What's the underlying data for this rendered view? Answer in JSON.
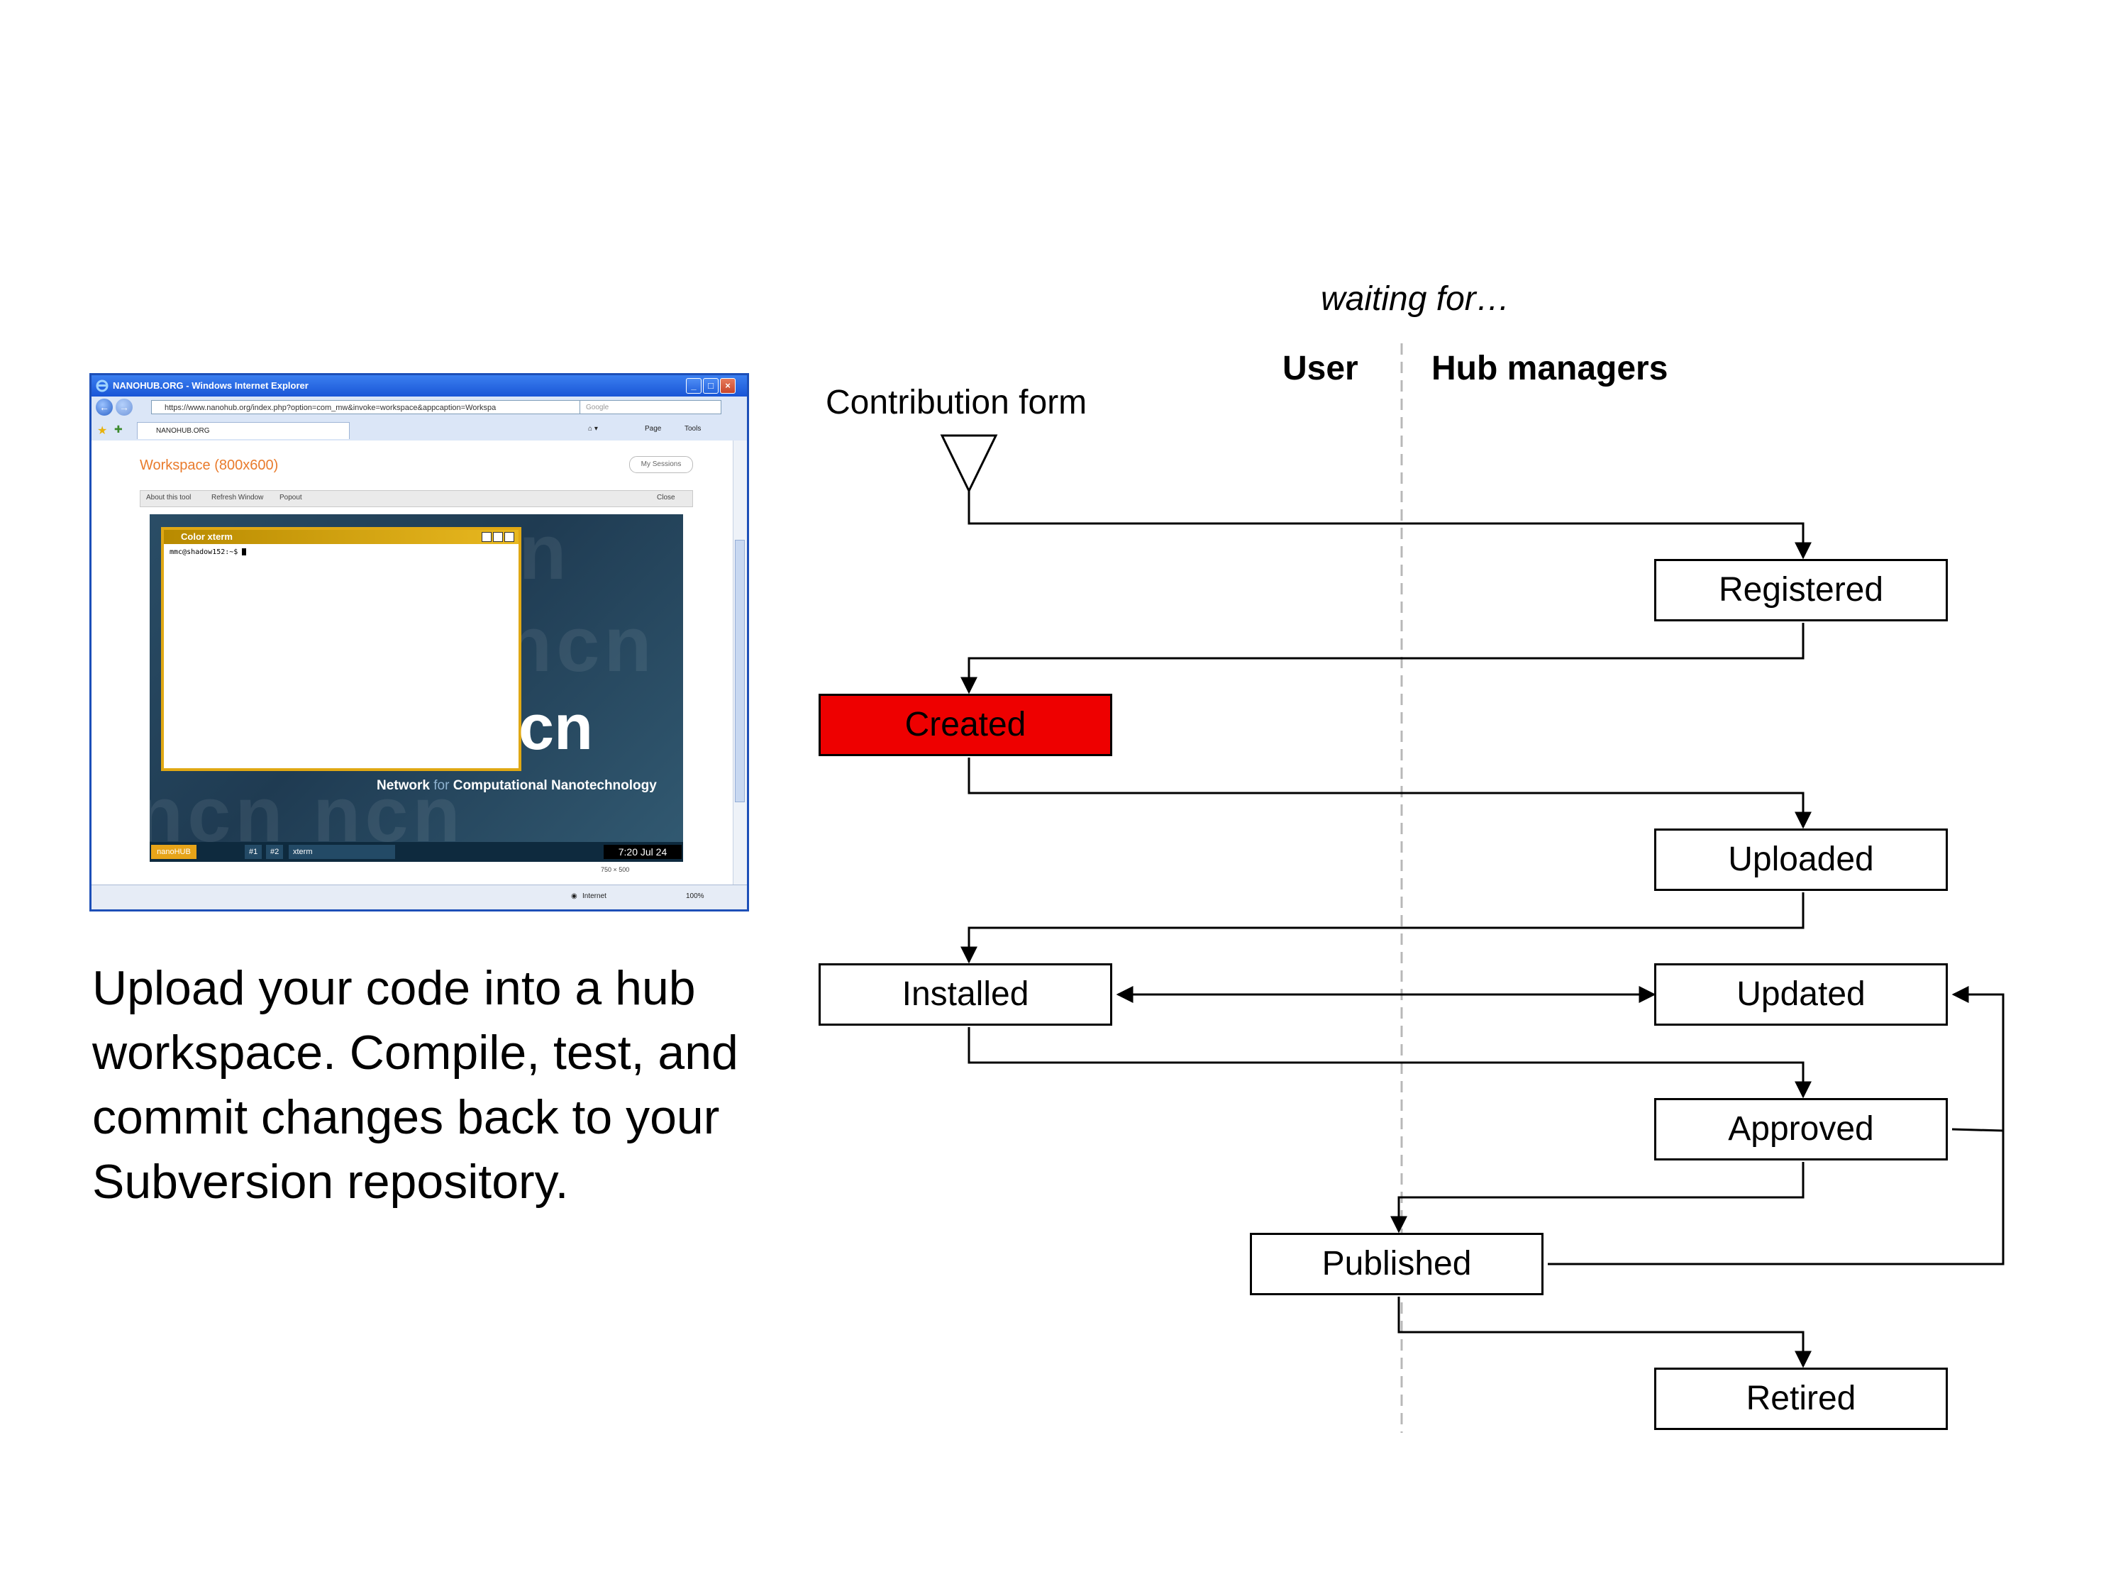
{
  "screenshot": {
    "window_title": "NANOHUB.ORG - Windows Internet Explorer",
    "url": "https://www.nanohub.org/index.php?option=com_mw&invoke=workspace&appcaption=Workspa",
    "search_placeholder": "Google",
    "tab_label": "NANOHUB.ORG",
    "page_menu": "Page",
    "tools_menu": "Tools",
    "workspace_title": "Workspace (800x600)",
    "my_sessions": "My Sessions",
    "toolbar": {
      "about": "About this tool",
      "refresh": "Refresh Window",
      "popout": "Popout",
      "close": "Close"
    },
    "xterm_title": "Color xterm",
    "xterm_prompt": "mmc@shadow152:~$",
    "logo_fragment": "cn",
    "caption_pre": "Network",
    "caption_for": "for",
    "caption_post": "Computational Nanotechnology",
    "taskbar": {
      "start": "nanoHUB",
      "ws1": "#1",
      "ws2": "#2",
      "app": "xterm",
      "clock": "7:20 Jul 24"
    },
    "size_w": "750",
    "size_h": "500",
    "status_zone": "Internet",
    "zoom": "100%"
  },
  "caption": "Upload your code into a hub workspace. Compile, test, and commit changes back to your Subversion repository.",
  "diagram": {
    "waiting_label": "waiting for…",
    "lanes": {
      "user": "User",
      "hub": "Hub managers"
    },
    "start_label": "Contribution form",
    "states": {
      "registered": "Registered",
      "created": "Created",
      "uploaded": "Uploaded",
      "installed": "Installed",
      "updated": "Updated",
      "approved": "Approved",
      "published": "Published",
      "retired": "Retired"
    },
    "current_state": "Created",
    "colors": {
      "current_state_fill": "#ee0000",
      "lane_divider": "#b8b8b8"
    }
  }
}
